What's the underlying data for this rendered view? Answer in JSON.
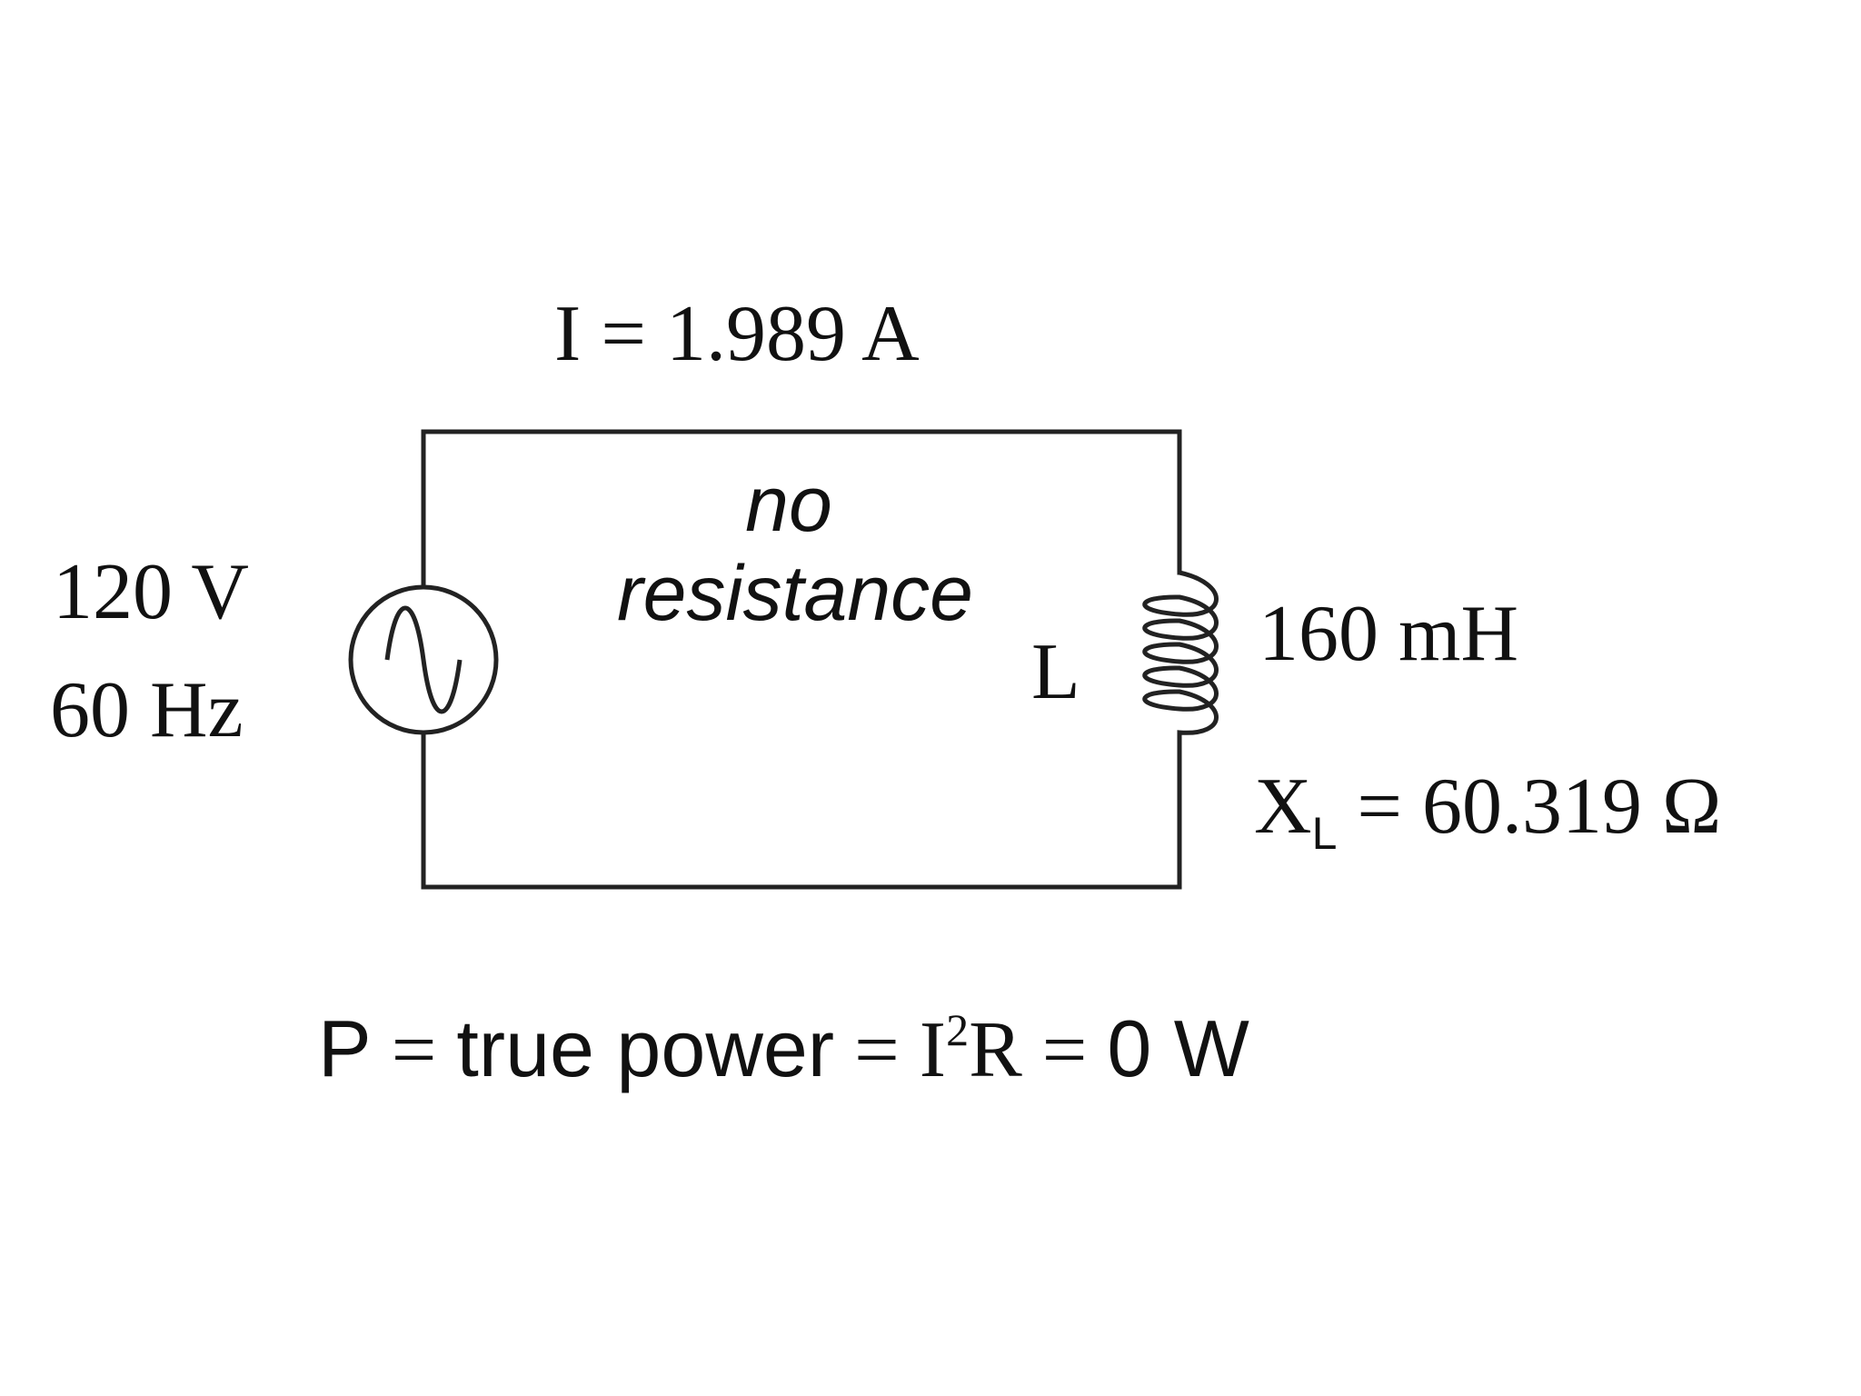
{
  "diagram": {
    "current_label": {
      "var": "I",
      "eq": " = ",
      "value": "1.989 A"
    },
    "source": {
      "voltage": "120 V",
      "frequency": "60 Hz",
      "symbol": "ac-sine-icon"
    },
    "note": {
      "line1": "no",
      "line2": "resistance"
    },
    "inductor": {
      "designator": "L",
      "inductance": "160 mH",
      "reactance": {
        "var": "X",
        "sub": "L",
        "eq": " = ",
        "value": "60.319 Ω"
      }
    },
    "power": {
      "var": "P",
      "eq1": " = ",
      "text": "true power",
      "eq2": " = ",
      "formula_base": "I",
      "formula_exp": "2",
      "formula_tail": "R",
      "eq3": " = ",
      "result": "0 W"
    }
  }
}
